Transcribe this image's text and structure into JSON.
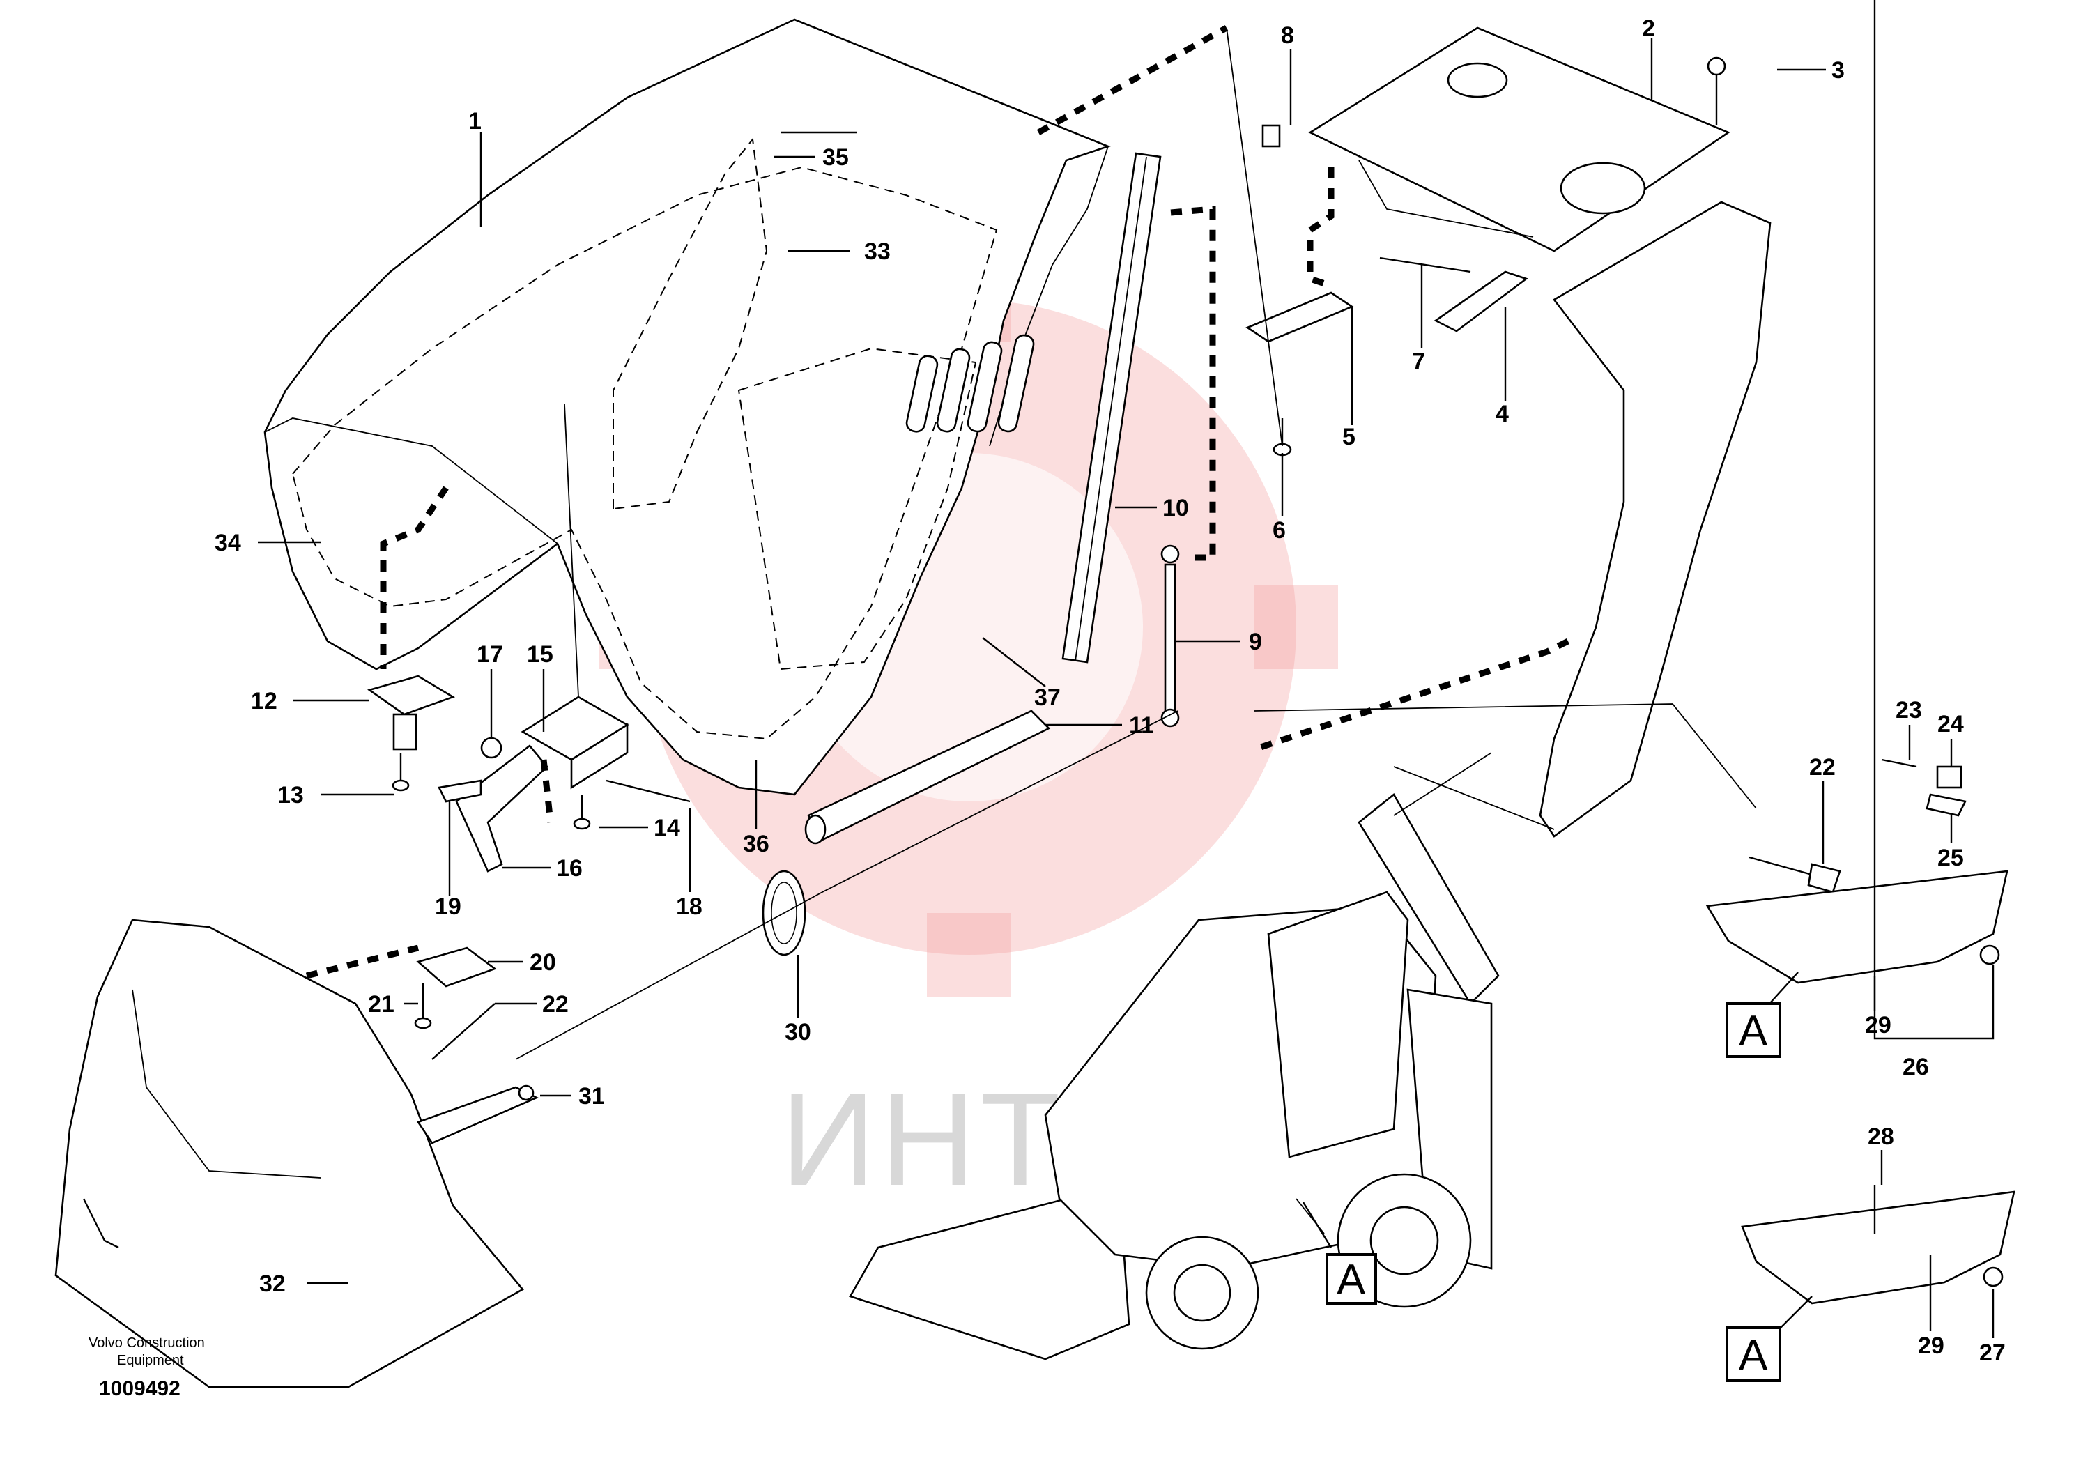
{
  "labels": {
    "n1": "1",
    "n2": "2",
    "n3": "3",
    "n4": "4",
    "n5": "5",
    "n6": "6",
    "n7": "7",
    "n8": "8",
    "n9": "9",
    "n10": "10",
    "n11": "11",
    "n12": "12",
    "n13": "13",
    "n14": "14",
    "n15": "15",
    "n16": "16",
    "n17": "17",
    "n18": "18",
    "n19": "19",
    "n20": "20",
    "n21": "21",
    "n22a": "22",
    "n22b": "22",
    "n23": "23",
    "n24": "24",
    "n25": "25",
    "n26": "26",
    "n27": "27",
    "n28": "28",
    "n29a": "29",
    "n29b": "29",
    "n30": "30",
    "n31": "31",
    "n32": "32",
    "n33": "33",
    "n34": "34",
    "n35": "35",
    "n36": "36",
    "n37": "37"
  },
  "view_marks": {
    "a1": "A",
    "a2": "A",
    "a3": "A"
  },
  "manufacturer": {
    "line1": "Volvo Construction",
    "line2": "Equipment"
  },
  "document_number": "1009492",
  "watermark": {
    "text": "ИНТЕХ",
    "color": "#f3a0a0"
  }
}
